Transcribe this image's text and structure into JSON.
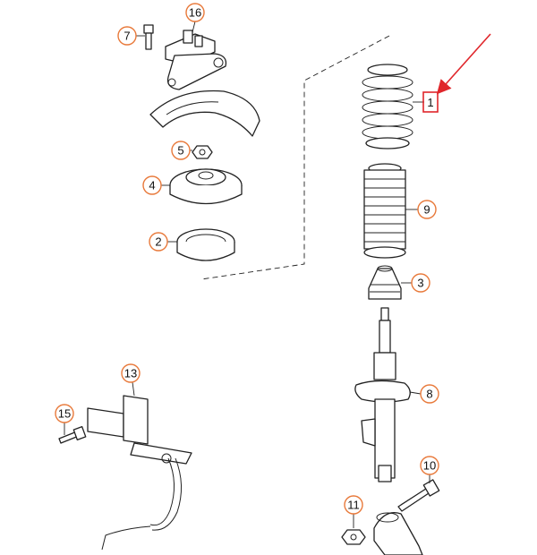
{
  "diagram": {
    "callouts": [
      {
        "id": "16",
        "label": "16"
      },
      {
        "id": "7",
        "label": "7"
      },
      {
        "id": "5",
        "label": "5"
      },
      {
        "id": "4",
        "label": "4"
      },
      {
        "id": "2",
        "label": "2"
      },
      {
        "id": "1",
        "label": "1"
      },
      {
        "id": "9",
        "label": "9"
      },
      {
        "id": "3",
        "label": "3"
      },
      {
        "id": "8",
        "label": "8"
      },
      {
        "id": "13",
        "label": "13"
      },
      {
        "id": "15",
        "label": "15"
      },
      {
        "id": "10",
        "label": "10"
      },
      {
        "id": "11",
        "label": "11"
      }
    ],
    "colors": {
      "callout_ring": "#e8793a",
      "highlight_arrow": "#e0262b",
      "line": "#222222"
    }
  }
}
